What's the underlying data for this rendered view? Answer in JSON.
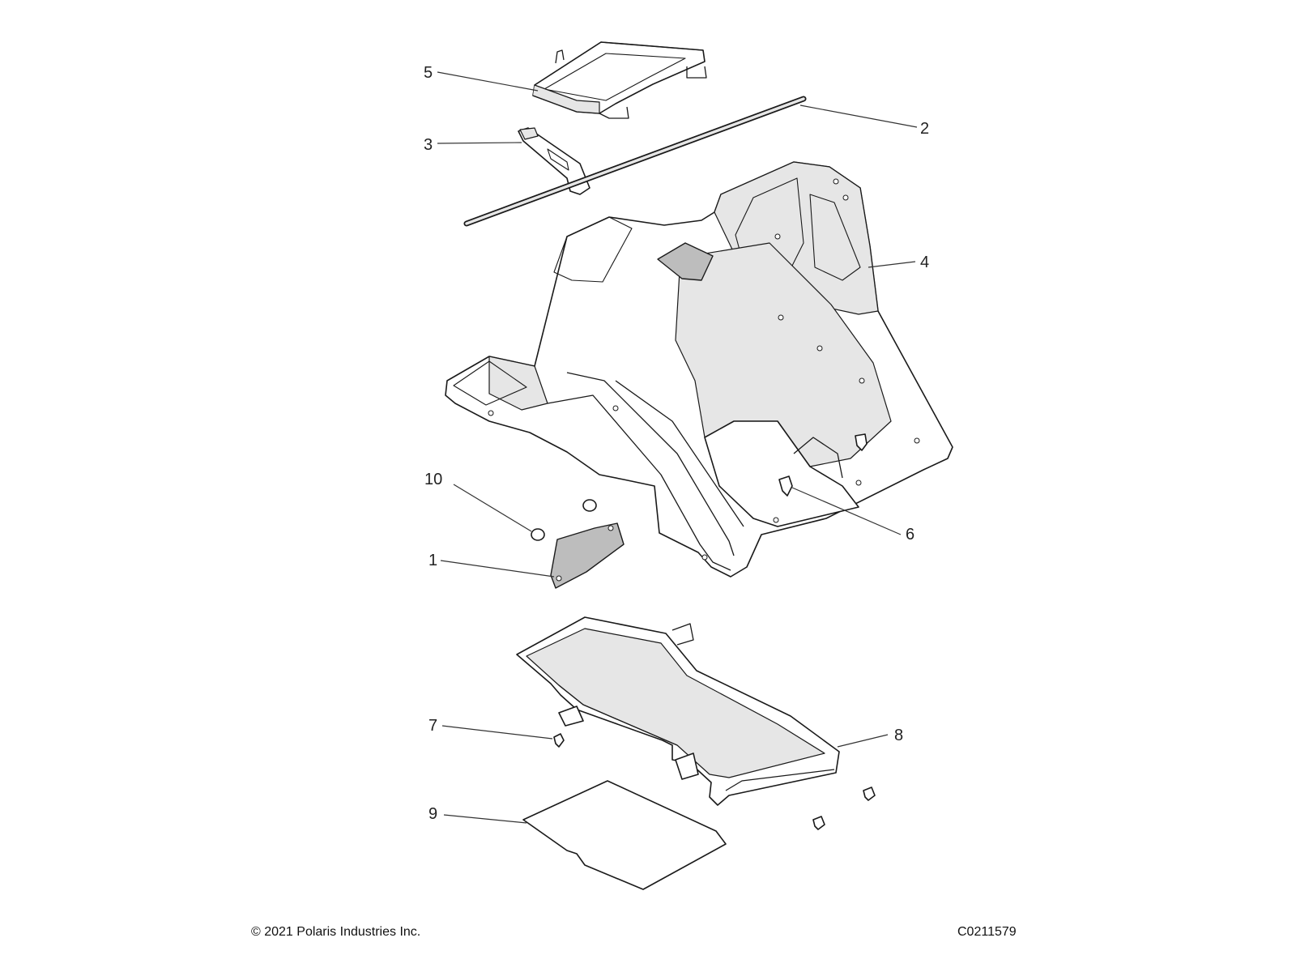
{
  "diagram": {
    "colors": {
      "stroke": "#1a1a1a",
      "fill": "#ffffff",
      "shade": "#e6e6e6",
      "dark_part": "#bdbdbd",
      "leader": "#333333"
    },
    "callouts": [
      {
        "label": "5",
        "part": "upper-cover-panel"
      },
      {
        "label": "2",
        "part": "trim-strip"
      },
      {
        "label": "3",
        "part": "bracket"
      },
      {
        "label": "4",
        "part": "rear-fender-tub"
      },
      {
        "label": "10",
        "part": "push-nut"
      },
      {
        "label": "1",
        "part": "heat-shield-plate"
      },
      {
        "label": "6",
        "part": "push-rivet"
      },
      {
        "label": "7",
        "part": "screw"
      },
      {
        "label": "8",
        "part": "skid-tray"
      },
      {
        "label": "9",
        "part": "floor-pad"
      }
    ]
  },
  "footer": {
    "copyright": "© 2021 Polaris Industries Inc.",
    "drawing_id": "C0211579"
  }
}
